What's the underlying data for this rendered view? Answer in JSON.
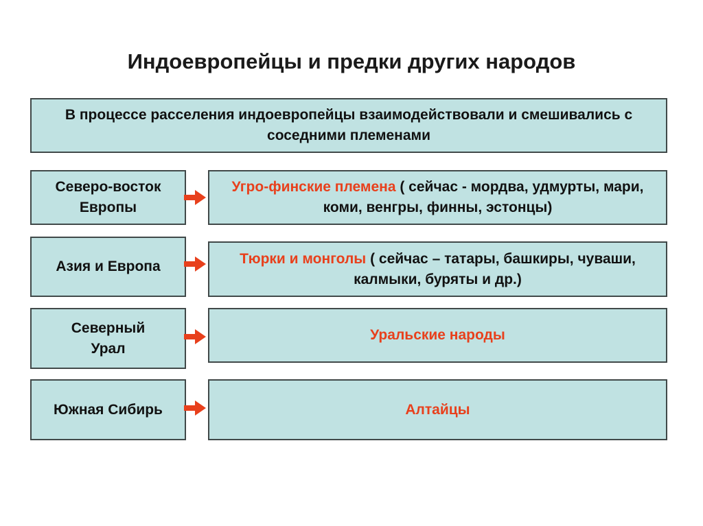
{
  "title": "Индоевропейцы и предки других народов",
  "intro": "В процессе расселения индоевропейцы взаимодействовали и смешивались с соседними племенами",
  "rows": [
    {
      "region": "Северо-восток Европы",
      "highlight": "Угро-финские племена",
      "detail": " ( сейчас - мордва, удмурты, мари, коми, венгры, финны, эстонцы)"
    },
    {
      "region": "Азия и Европа",
      "highlight": "Тюрки и монголы",
      "detail": " ( сейчас – татары, башкиры, чуваши, калмыки, буряты и др.)"
    },
    {
      "region": "Северный Урал",
      "highlight": "Уральские народы",
      "detail": ""
    },
    {
      "region": "Южная Сибирь",
      "highlight": "Алтайцы",
      "detail": ""
    }
  ],
  "colors": {
    "box_fill": "#c0e2e2",
    "accent": "#e8401c"
  }
}
